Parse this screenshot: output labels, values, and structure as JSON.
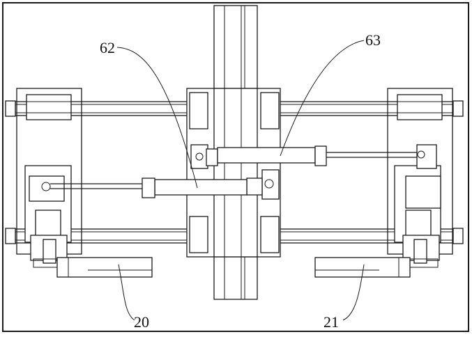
{
  "labels": {
    "cylinder_62": "62",
    "cylinder_63": "63",
    "part_20": "20",
    "part_21": "21"
  },
  "colors": {
    "line": "#1a1a1a",
    "background": "#ffffff"
  }
}
